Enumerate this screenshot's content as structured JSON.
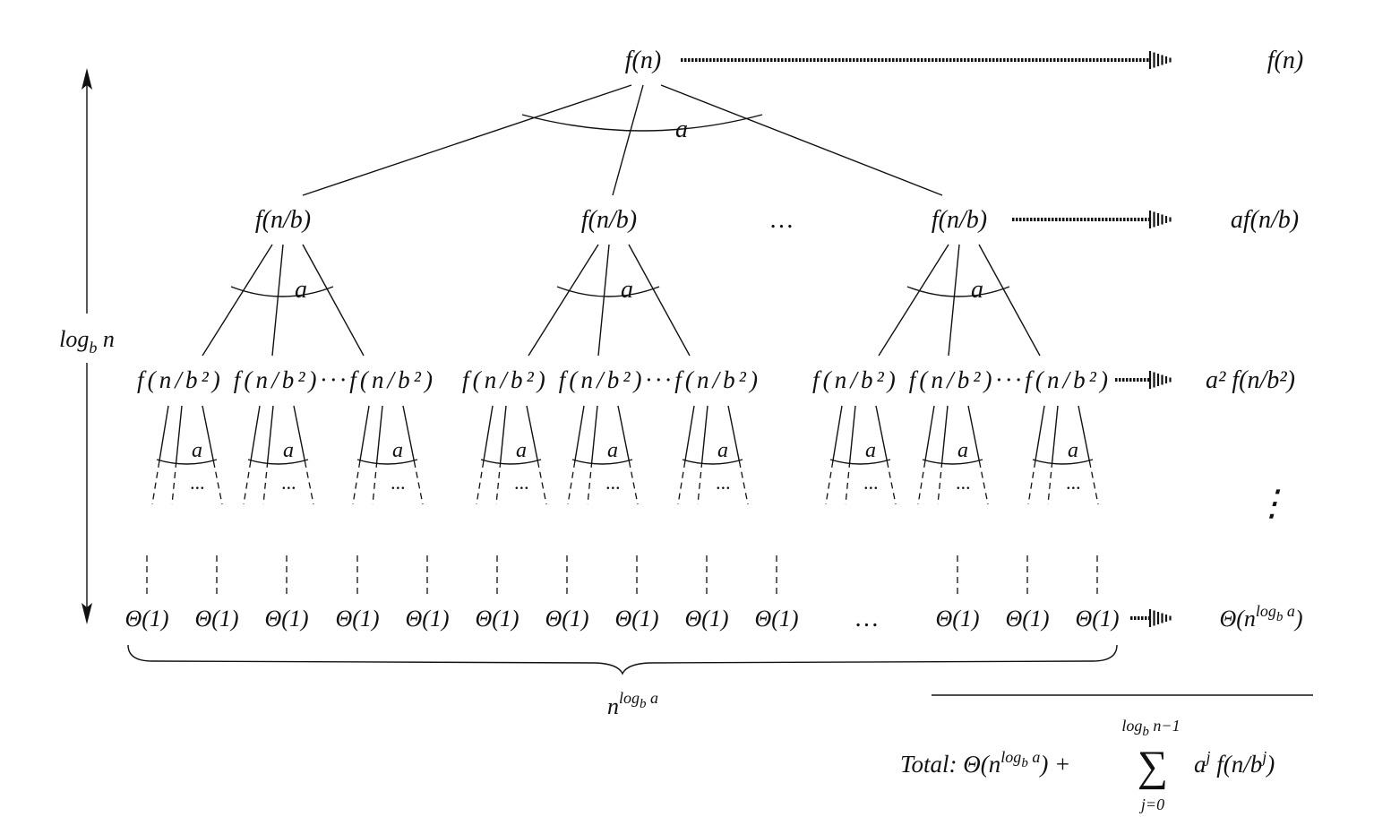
{
  "root": {
    "label": "f(n)",
    "row_sum": "f(n)",
    "branch": "a"
  },
  "level1": {
    "nodes": [
      "f(n/b)",
      "f(n/b)",
      "f(n/b)"
    ],
    "ellipsis": "…",
    "branch": "a",
    "row_sum": "af(n/b)"
  },
  "level2": {
    "groups": [
      "f(n/b²) f(n/b²)···f(n/b²)",
      "f(n/b²) f(n/b²)···f(n/b²)",
      "f(n/b²) f(n/b²)···f(n/b²)"
    ],
    "branch": "a",
    "fan_ellipsis": "···",
    "row_sum": "a² f(n/b²)",
    "vertical_ellipsis": "⋮"
  },
  "leaves": {
    "labels": [
      "Θ(1)",
      "Θ(1)",
      "Θ(1)",
      "Θ(1)",
      "Θ(1)",
      "Θ(1)",
      "Θ(1)",
      "Θ(1)",
      "Θ(1)",
      "Θ(1)",
      "Θ(1)",
      "Θ(1)",
      "Θ(1)"
    ],
    "ellipsis": "…",
    "row_sum": {
      "pre": "Θ(n",
      "sup": "log",
      "sup_sub": "b",
      "sup_end": " a",
      "post": ")"
    }
  },
  "leaf_count": {
    "pre": "n",
    "sup": "log",
    "sup_sub": "b",
    "sup_end": " a"
  },
  "height": {
    "pre": "log",
    "sub": "b",
    "post": " n"
  },
  "total": {
    "label": "Total:",
    "theta_pre": "Θ(n",
    "sup": "log",
    "sup_sub": "b",
    "sup_end": " a",
    "theta_post": ")",
    "plus": "+",
    "sigma": "∑",
    "upper": "log",
    "upper_sub": "b",
    "upper_end": " n−1",
    "lower": "j=0",
    "term_pre": "a",
    "term_sup": "j",
    "term_mid": " f(n/b",
    "term_sup2": "j",
    "term_post": ")"
  }
}
